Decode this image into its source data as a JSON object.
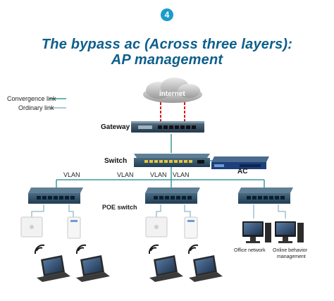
{
  "step_number": "4",
  "title": {
    "line1": "The bypass ac (Across three layers):",
    "line2": "AP management"
  },
  "legend": {
    "convergence": "Convergence link",
    "ordinary": "Ordinary link"
  },
  "colors": {
    "title": "#0d5f8c",
    "accent": "#1a9dc8",
    "convergence_link": "#3a9a9a",
    "ordinary_link": "#8fb8c8",
    "internet_link": "#d21e1e",
    "device_body": "#2f4a5c"
  },
  "labels": {
    "internet": "internet",
    "gateway": "Gateway",
    "switch": "Switch",
    "ac": "AC",
    "poe_switch": "POE switch",
    "vlan": "VLAN",
    "office_network": "Office network",
    "online_behavior_line1": "Online behavior",
    "online_behavior_line2": "management"
  }
}
